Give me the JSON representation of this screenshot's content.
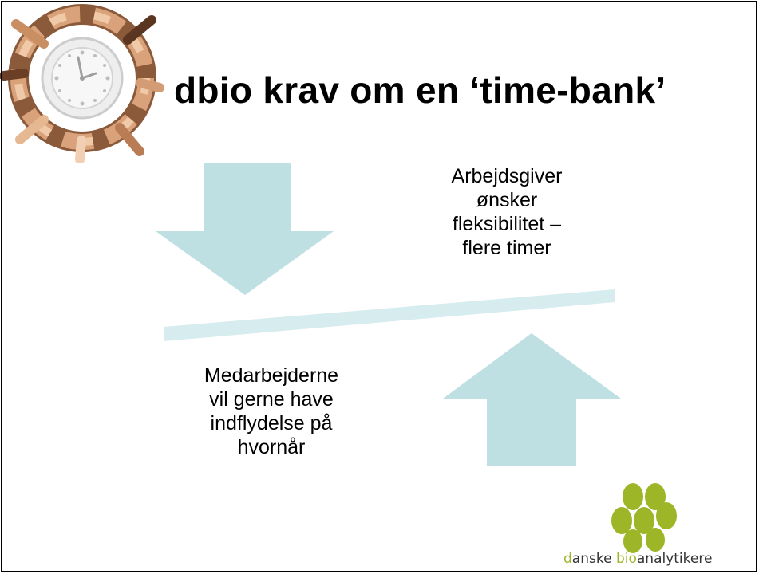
{
  "slide": {
    "title": "dbio krav om en ‘time-bank’",
    "employer_note": [
      "Arbejdsgiver",
      "ønsker",
      "fleksibilitet –",
      "flere timer"
    ],
    "employees_note": [
      "Medarbejderne",
      "vil gerne have",
      "indflydelse på",
      "hvornår"
    ]
  },
  "photo": {
    "icon": "hands-around-clock-icon"
  },
  "logo": {
    "initial": "d",
    "part1": "anske ",
    "part2": "bio",
    "part3": "analytikere",
    "mark_icon": "honeycomb-logo-icon"
  },
  "colors": {
    "arrow": "#bfe0e3",
    "balance_beam": "#d7ecee",
    "logo_green": "#9db628",
    "logo_text": "#333333"
  }
}
